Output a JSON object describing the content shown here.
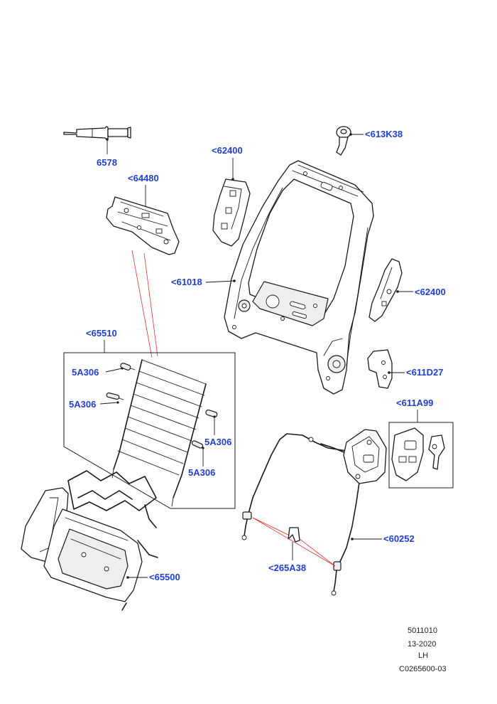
{
  "diagram": {
    "labels": {
      "p6578": "6578",
      "p64480": "<64480",
      "p62400_top": "<62400",
      "p613k38": "<613K38",
      "p61018": "<61018",
      "p62400_right": "<62400",
      "p65510": "<65510",
      "p5a306_a": "5A306",
      "p5a306_b": "5A306",
      "p5a306_c": "5A306",
      "p5a306_d": "5A306",
      "p611d27": "<611D27",
      "p611a99": "<611A99",
      "p60252": "<60252",
      "p265a38": "<265A38",
      "p65500": "<65500"
    },
    "info": {
      "line1": "5011010",
      "line2": "13-2020",
      "line3": "LH",
      "line4": "C0265600-03"
    },
    "colors": {
      "label": "#1f3fd0",
      "line": "#1a1a1a",
      "leader_red": "#e03030"
    }
  }
}
